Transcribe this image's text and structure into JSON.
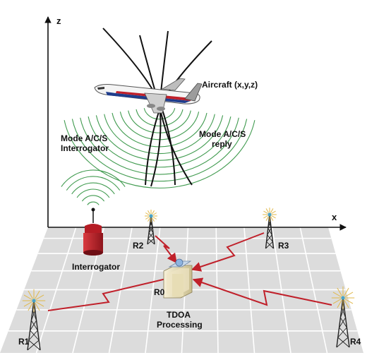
{
  "axes": {
    "z": "z",
    "x": "x"
  },
  "labels": {
    "aircraft": "Aircraft (x,y,z)",
    "interrogator_signal_line1": "Mode A/C/S",
    "interrogator_signal_line2": "Interrogator",
    "reply_line1": "Mode A/C/S",
    "reply_line2": "reply",
    "interrogator": "Interrogator",
    "r0": "R0",
    "tdoa_line1": "TDOA",
    "tdoa_line2": "Processing"
  },
  "receivers": [
    {
      "id": "R1",
      "label": "R1"
    },
    {
      "id": "R2",
      "label": "R2"
    },
    {
      "id": "R3",
      "label": "R3"
    },
    {
      "id": "R4",
      "label": "R4"
    }
  ],
  "colors": {
    "link": "#c0202a",
    "wave": "#3f9a4e",
    "grid_fill": "#dcdcdc",
    "grid_line": "#ffffff",
    "interrogator_body": "#c3212a",
    "processor_body": "#efe6c4"
  }
}
